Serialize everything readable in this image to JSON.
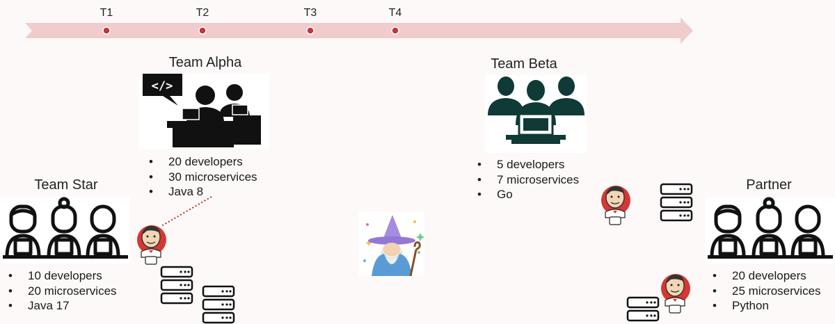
{
  "timeline": {
    "ticks": [
      "T1",
      "T2",
      "T3",
      "T4"
    ],
    "accent_color": "#f0cccc",
    "dot_color": "#c8333a"
  },
  "teams": {
    "alpha": {
      "title": "Team Alpha",
      "icon": "developers-coding-icon",
      "facts": [
        "20 developers",
        "30 microservices",
        "Java 8"
      ]
    },
    "beta": {
      "title": "Team Beta",
      "icon": "team-laptop-icon",
      "facts": [
        "5 developers",
        "7 microservices",
        "Go"
      ]
    },
    "star": {
      "title": "Team Star",
      "icon": "developers-group-icon",
      "facts": [
        "10 developers",
        "20 microservices",
        "Java 17"
      ]
    },
    "partner": {
      "title": "Partner",
      "icon": "developers-group-icon",
      "facts": [
        "20 developers",
        "25 microservices",
        "Python"
      ]
    }
  },
  "icons": {
    "jenkins": "jenkins-butler-icon",
    "server": "server-stack-icon",
    "wizard": "wizard-icon"
  },
  "colors": {
    "beta_team": "#0f3a36",
    "jenkins_red": "#d33833",
    "wizard_hat": "#a58ce0",
    "wizard_robe": "#5b9bd5",
    "link_line": "#c0282d"
  }
}
